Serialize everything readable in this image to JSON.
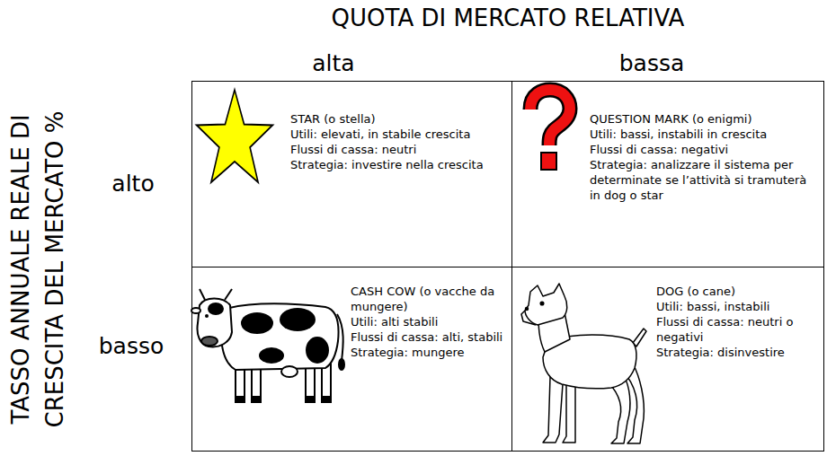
{
  "diagram": {
    "nodes": [
      {
        "text": [
          "STAR (o stella)",
          "Utili: elevati, in stabile crescita",
          "Flussi di cassa: neutri",
          "Strategia: investire nella crescita"
        ]
      },
      {
        "text": [
          "QUESTION MARK (o enigmi)",
          "Utili: bassi, instabili in crescita",
          "Flussi di cassa: negativi",
          "Strategia: analizzare il sistema per determinate se l’attività si tramuterà in dog o star"
        ]
      },
      {
        "text": [
          "CASH COW (o vacche da mungere)",
          "Utili: alti stabili",
          "Flussi di cassa: alti, stabili",
          "Strategia: mungere"
        ]
      },
      {
        "text": [
          "DOG (o cane)",
          "Utili: bassi, instabili",
          "Flussi di cassa: neutri o negativi",
          "Strategia: disinvestire"
        ]
      }
    ],
    "labels": [
      "QUOTA DI MERCATO RELATIVA",
      "alta",
      "bassa",
      "TASSO ANNUALE REALE DI CRESCITA DEL MERCATO %",
      "alto",
      "basso"
    ]
  }
}
